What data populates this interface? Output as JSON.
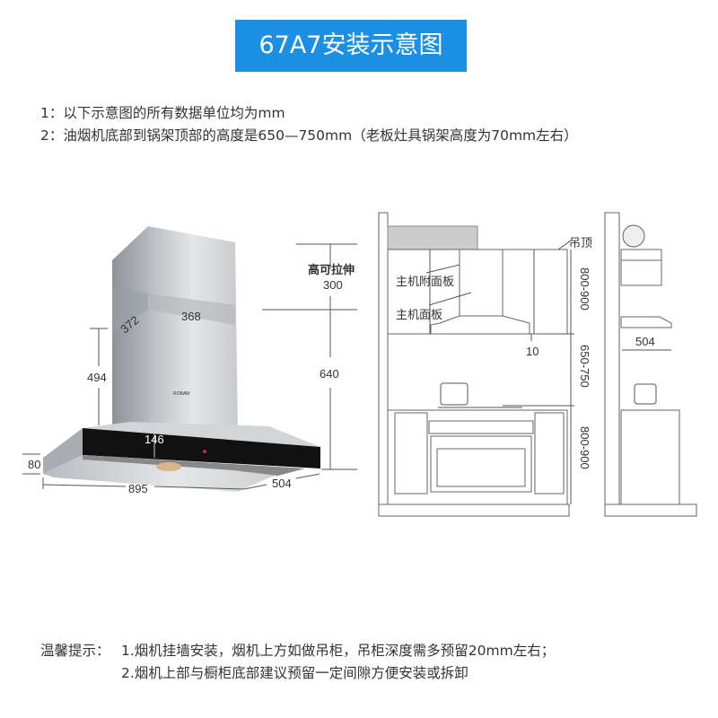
{
  "title": "67A7安装示意图",
  "notes": [
    "1：以下示意图的所有数据单位均为mm",
    "2：油烟机底部到锅架顶部的高度是650—750mm（老板灶具锅架高度为70mm左右）"
  ],
  "hood_diagram": {
    "brand": "ROBAM",
    "stretch_label": "高可拉伸",
    "stretch_value": "300",
    "total_height": "640",
    "chimney_width": "368",
    "chimney_depth": "372",
    "chimney_height": "494",
    "panel_height": "146",
    "edge_height": "80",
    "width": "895",
    "depth": "504"
  },
  "kitchen_diagram": {
    "ceiling_label": "吊顶",
    "aux_panel_label": "主机附面板",
    "main_panel_label": "主机面板",
    "upper_cabinet_height": "800-900",
    "gap": "10",
    "hood_to_stove": "650-750",
    "lower_cabinet_height": "800-900",
    "side_depth": "504"
  },
  "tips": {
    "label": "温馨提示：",
    "items": [
      "1.烟机挂墙安装，烟机上方如做吊柜，吊柜深度需多预留20mm左右；",
      "2.烟机上部与橱柜底部建议预留一定间隙方便安装或拆卸"
    ]
  },
  "colors": {
    "banner": "#1a8fe3"
  }
}
